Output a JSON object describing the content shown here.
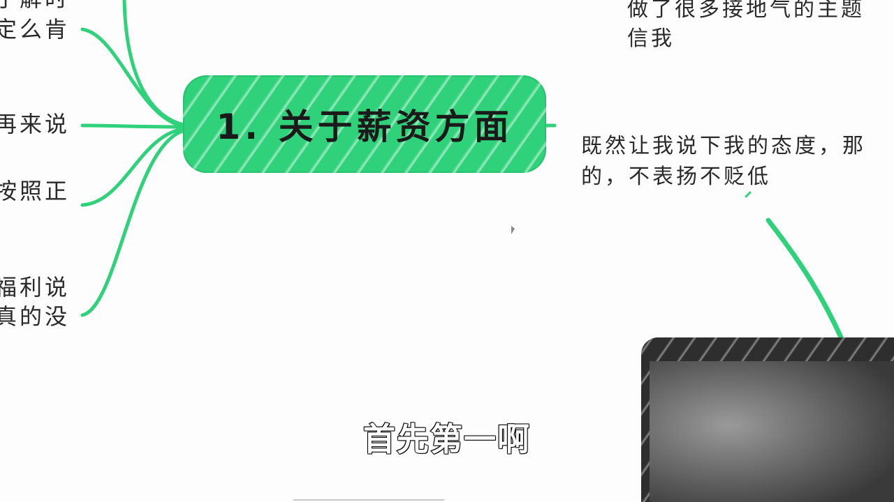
{
  "main_node": {
    "label": "1. 关于薪资方面",
    "color": "#2fd27a"
  },
  "left_branches": [
    {
      "text": "了解时"
    },
    {
      "text": "定么肯"
    },
    {
      "text": "再来说"
    },
    {
      "text": "按照正"
    },
    {
      "text": "福利说"
    },
    {
      "text": "真的没"
    }
  ],
  "right_branches": {
    "top_line1": "做了很多接地气的主题",
    "top_line2": "信我",
    "mid_line1": "既然让我说下我的态度，那",
    "mid_line2": "的，不表扬不贬低"
  },
  "subtitle": "首先第一啊",
  "colors": {
    "connector": "#2fd27a",
    "text": "#2a2a2a",
    "background": "#fdfdfd"
  }
}
